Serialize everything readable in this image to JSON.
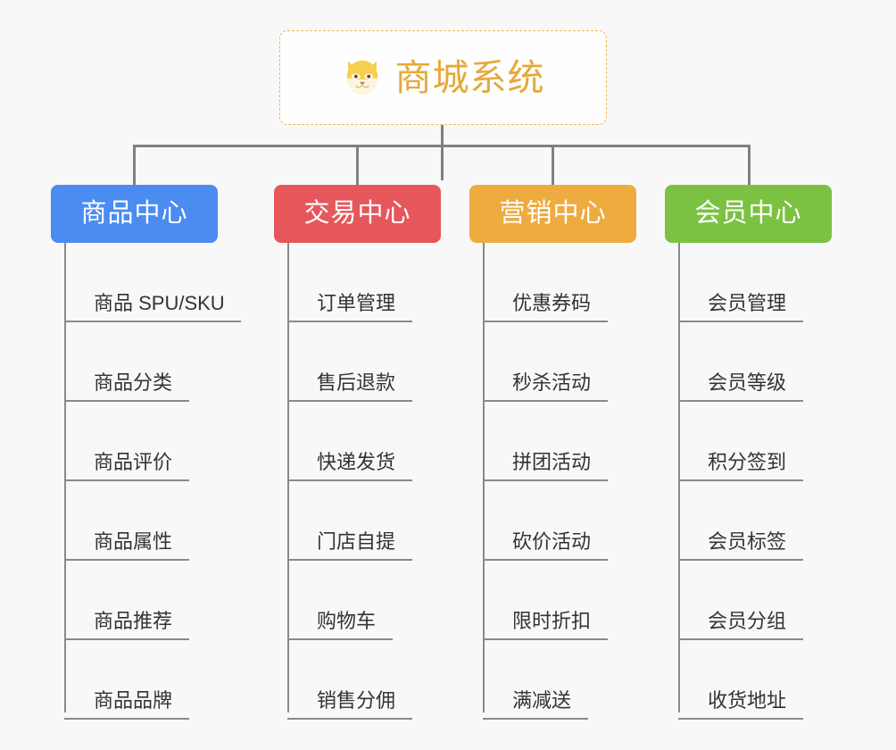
{
  "canvas": {
    "background": "#f8f8f8",
    "connector_color": "#808080"
  },
  "root": {
    "title": "商城系统",
    "icon": "shiba-dog-face-icon",
    "text_color": "#e5a93a",
    "border_color": "#f0b45a"
  },
  "branches": [
    {
      "label": "商品中心",
      "color": "#4a8cf0",
      "items": [
        "商品 SPU/SKU",
        "商品分类",
        "商品评价",
        "商品属性",
        "商品推荐",
        "商品品牌"
      ]
    },
    {
      "label": "交易中心",
      "color": "#e5575a",
      "items": [
        "订单管理",
        "售后退款",
        "快递发货",
        "门店自提",
        "购物车",
        "销售分佣"
      ]
    },
    {
      "label": "营销中心",
      "color": "#eeab3f",
      "items": [
        "优惠券码",
        "秒杀活动",
        "拼团活动",
        "砍价活动",
        "限时折扣",
        "满减送"
      ]
    },
    {
      "label": "会员中心",
      "color": "#7cc242",
      "items": [
        "会员管理",
        "会员等级",
        "积分签到",
        "会员标签",
        "会员分组",
        "收货地址"
      ]
    }
  ]
}
